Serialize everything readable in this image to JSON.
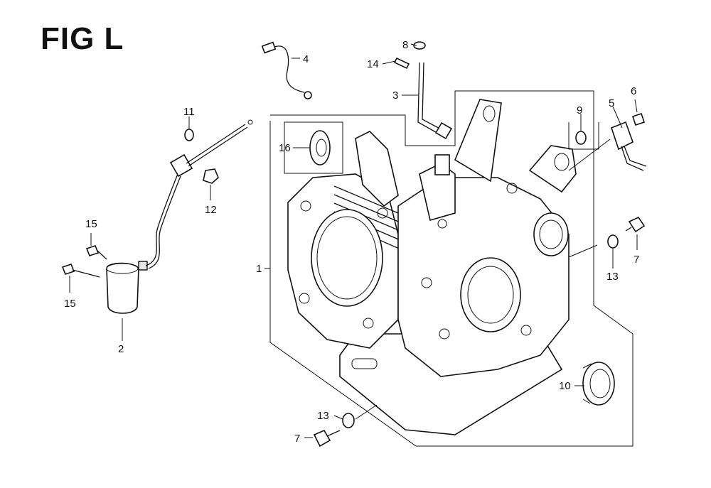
{
  "figure": {
    "title": "FIG L"
  },
  "callouts": [
    "1",
    "2",
    "3",
    "4",
    "5",
    "6",
    "7",
    "7",
    "8",
    "9",
    "10",
    "11",
    "12",
    "13",
    "13",
    "14",
    "15",
    "15",
    "16"
  ]
}
